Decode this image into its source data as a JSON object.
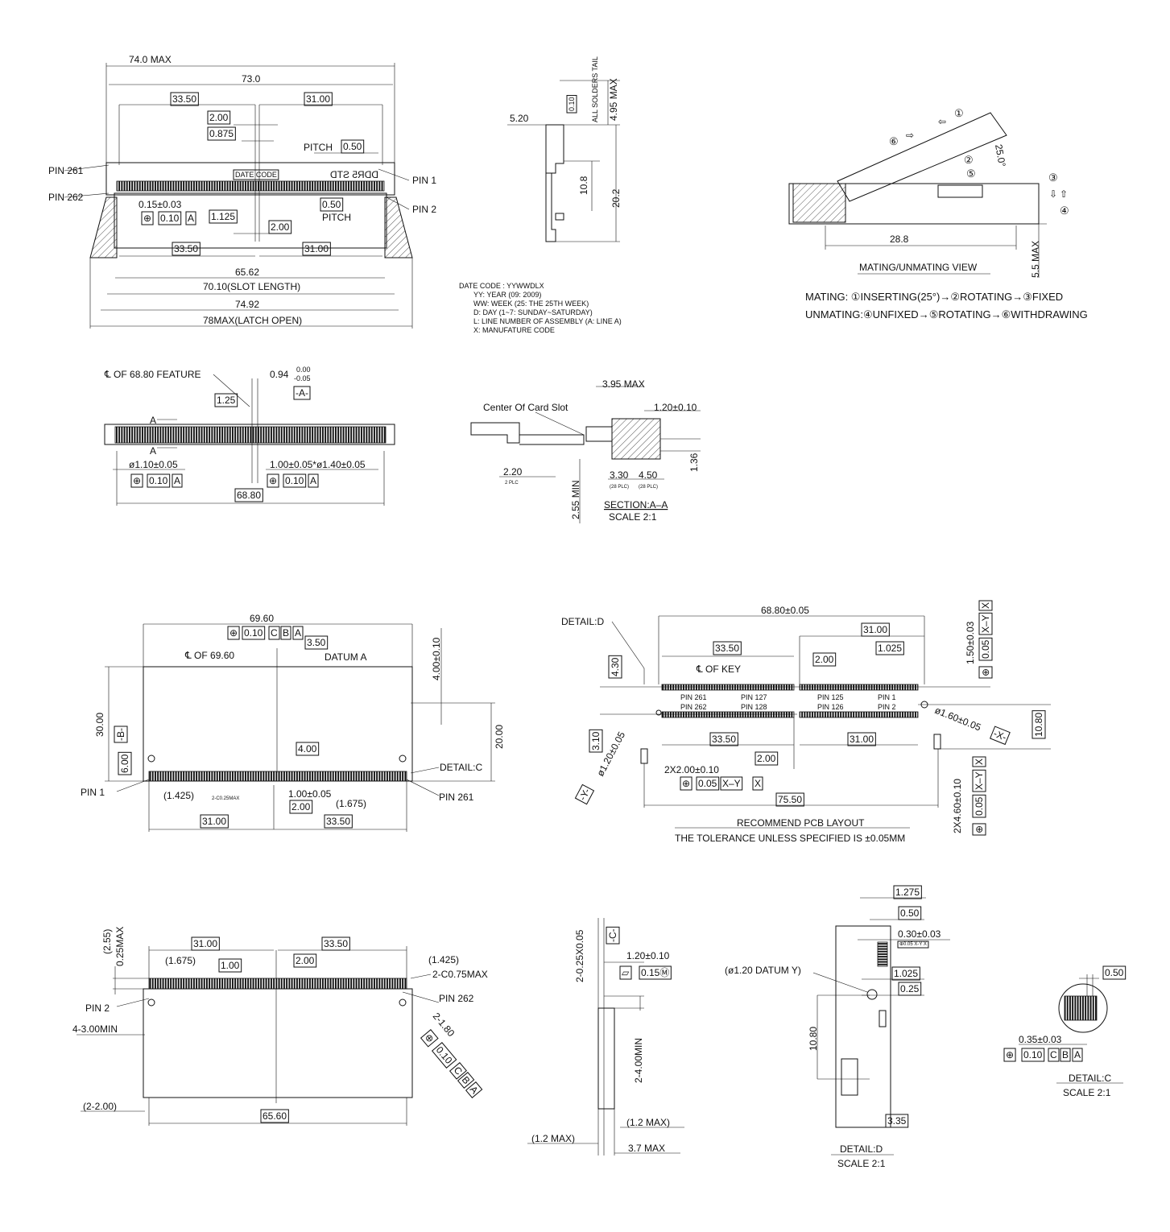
{
  "top_view": {
    "overall_max": "74.0 MAX",
    "overall": "73.0",
    "left_span": "33.50",
    "right_span": "31.00",
    "key_width": "2.00",
    "key_offset": "0.875",
    "pitch_label": "PITCH",
    "pitch_top": "0.50",
    "pin261": "PIN 261",
    "pin262": "PIN 262",
    "pin1": "PIN 1",
    "pin2": "PIN 2",
    "date_code_mark": "DATE CODE",
    "std_mark": "DDR5 STD",
    "contact_width": "0.15±0.03",
    "tol_sym": "⊕",
    "tol_val": "0.10",
    "tol_datum": "A",
    "offset_1125": "1.125",
    "pitch_bottom": "0.50",
    "pitch_label_2": "PITCH",
    "key_width_2": "2.00",
    "left_span_2": "33.50",
    "right_span_2": "31.00",
    "span_6562": "65.62",
    "slot_length": "70.10(SLOT LENGTH)",
    "span_7492": "74.92",
    "latch_open": "78MAX(LATCH OPEN)"
  },
  "side_view": {
    "solder_note": "ALL SOLDERS TAIL",
    "flatness": "0.10",
    "height_max": "4.95 MAX",
    "offset_520": "5.20",
    "dim_108": "10.8",
    "dim_202": "20.2"
  },
  "date_code": {
    "lines": [
      "DATE CODE : YYWWDLX",
      "YY: YEAR (09: 2009)",
      "WW: WEEK (25: THE 25TH WEEK)",
      "D: DAY (1~7: SUNDAY~SATURDAY)",
      "L: LINE NUMBER OF ASSEMBLY (A: LINE A)",
      "X: MANUFATURE CODE"
    ]
  },
  "mating_view": {
    "step1": "①",
    "step2": "②",
    "step3": "③",
    "step4": "④",
    "step5": "⑤",
    "step6": "⑥",
    "angle": "25.0°",
    "length": "28.8",
    "height_max": "5.5 MAX",
    "title": "MATING/UNMATING VIEW",
    "mating": "MATING: ①INSERTING(25°)→②ROTATING→③FIXED",
    "unmating": "UNMATING:④UNFIXED→⑤ROTATING→⑥WITHDRAWING"
  },
  "front_view": {
    "feature_cl": "℄  OF 68.80 FEATURE",
    "dim_094": "0.94",
    "tol_upper": "0.00",
    "tol_lower": "-0.05",
    "datum_a": "-A-",
    "dim_125": "1.25",
    "section_a": "A",
    "hole_left": "ø1.10±0.05",
    "hole_right": "1.00±0.05*ø1.40±0.05",
    "tol_sym": "⊕",
    "tol_val": "0.10",
    "tol_datum": "A",
    "span": "68.80"
  },
  "section_view": {
    "height_max": "3.95 MAX",
    "center_note": "Center Of Card Slot",
    "slot_width": "1.20±0.10",
    "dim_136": "1.36",
    "dim_220": "2.20",
    "plc2": "2 PLC",
    "dim_330": "3.30",
    "dim_450": "4.50",
    "plc28": "(28 PLC)",
    "min_255": "2.55 MIN",
    "title": "SECTION:A–A",
    "scale": "SCALE 2:1"
  },
  "bottom_view": {
    "width": "69.60",
    "tol_sym": "⊕",
    "tol_val": "0.10",
    "datum_c": "C",
    "datum_b": "B",
    "datum_a": "A",
    "dim_350": "3.50",
    "cl": "℄  OF 69.60",
    "datum_a_label": "DATUM A",
    "dim_400_tol": "4.00±0.10",
    "height": "30.00",
    "datum_b_box": "-B-",
    "dim_2000": "20.00",
    "dim_600": "6.00",
    "dim_400": "4.00",
    "detail_c": "DETAIL:C",
    "pin1": "PIN 1",
    "dim_1425": "(1.425)",
    "chamfer": "2-C0.25MAX",
    "dim_100": "1.00±0.05",
    "dim_200": "2.00",
    "dim_1675": "(1.675)",
    "pin261": "PIN 261",
    "span_left": "31.00",
    "span_right": "33.50"
  },
  "pcb_layout": {
    "detail_d": "DETAIL:D",
    "span": "68.80±0.05",
    "right_span": "31.00",
    "dim_150": "1.50±0.03",
    "tol_sym": "⊕",
    "tol_val": "0.05",
    "tol_datum_xy": "X–Y",
    "tol_datum_x": "X",
    "left_span": "33.50",
    "dim_1025": "1.025",
    "dim_430": "4.30",
    "dim_200": "2.00",
    "key_cl": "℄ OF KEY",
    "pin261": "PIN 261",
    "pin127": "PIN 127",
    "pin125": "PIN 125",
    "pin1": "PIN 1",
    "pin262": "PIN 262",
    "pin128": "PIN 128",
    "pin126": "PIN 126",
    "pin2": "PIN 2",
    "hole_x": "ø1.60±0.05",
    "datum_x": "-X-",
    "dim_1080": "10.80",
    "dim_310": "3.10",
    "left_span_2": "33.50",
    "right_span_2": "31.00",
    "hole_y": "ø1.20±0.05",
    "datum_y": "-Y-",
    "dim_200_b": "2.00",
    "holes_2x": "2X2.00±0.10",
    "dim_460": "2X4.60±0.10",
    "dim_7550": "75.50",
    "title": "RECOMMEND PCB LAYOUT",
    "note": "THE TOLERANCE UNLESS SPECIFIED IS ±0.05MM"
  },
  "rear_view": {
    "dim_255": "(2.55)",
    "dim_025max": "0.25MAX",
    "span_left": "31.00",
    "span_right": "33.50",
    "dim_1675": "(1.675)",
    "dim_100": "1.00",
    "dim_200": "2.00",
    "dim_1425": "(1.425)",
    "chamfer": "2-C0.75MAX",
    "pin2": "PIN 2",
    "pin262": "PIN 262",
    "dim_180": "2-1.80",
    "tol_sym": "⊕",
    "tol_val": "0.10",
    "datum_c": "C",
    "datum_b": "B",
    "datum_a": "A",
    "min_300": "4-3.00MIN",
    "dim_2200": "(2-2.00)",
    "span": "65.60"
  },
  "latch_side": {
    "dim_025": "2-0.25X0.05",
    "datum_c": "-C-",
    "dim_120": "1.20±0.10",
    "flatness": "0.15Ⓜ",
    "min_400": "2-4.00MIN",
    "max_12a": "(1.2 MAX)",
    "max_12b": "(1.2 MAX)",
    "max_37": "3.7 MAX"
  },
  "detail_d": {
    "dim_1275": "1.275",
    "dim_050": "0.50",
    "dim_030": "0.30±0.03",
    "tol_small": "⊕0.05 X-Y X",
    "datum_y": "(ø1.20 DATUM Y)",
    "dim_1025": "1.025",
    "dim_025": "0.25",
    "dim_1080": "10.80",
    "dim_335": "3.35",
    "title": "DETAIL:D",
    "scale": "SCALE 2:1"
  },
  "detail_c": {
    "dim_050": "0.50",
    "dim_035": "0.35±0.03",
    "tol_sym": "⊕",
    "tol_val": "0.10",
    "datum_c": "C",
    "datum_b": "B",
    "datum_a": "A",
    "title": "DETAIL:C",
    "scale": "SCALE 2:1"
  }
}
